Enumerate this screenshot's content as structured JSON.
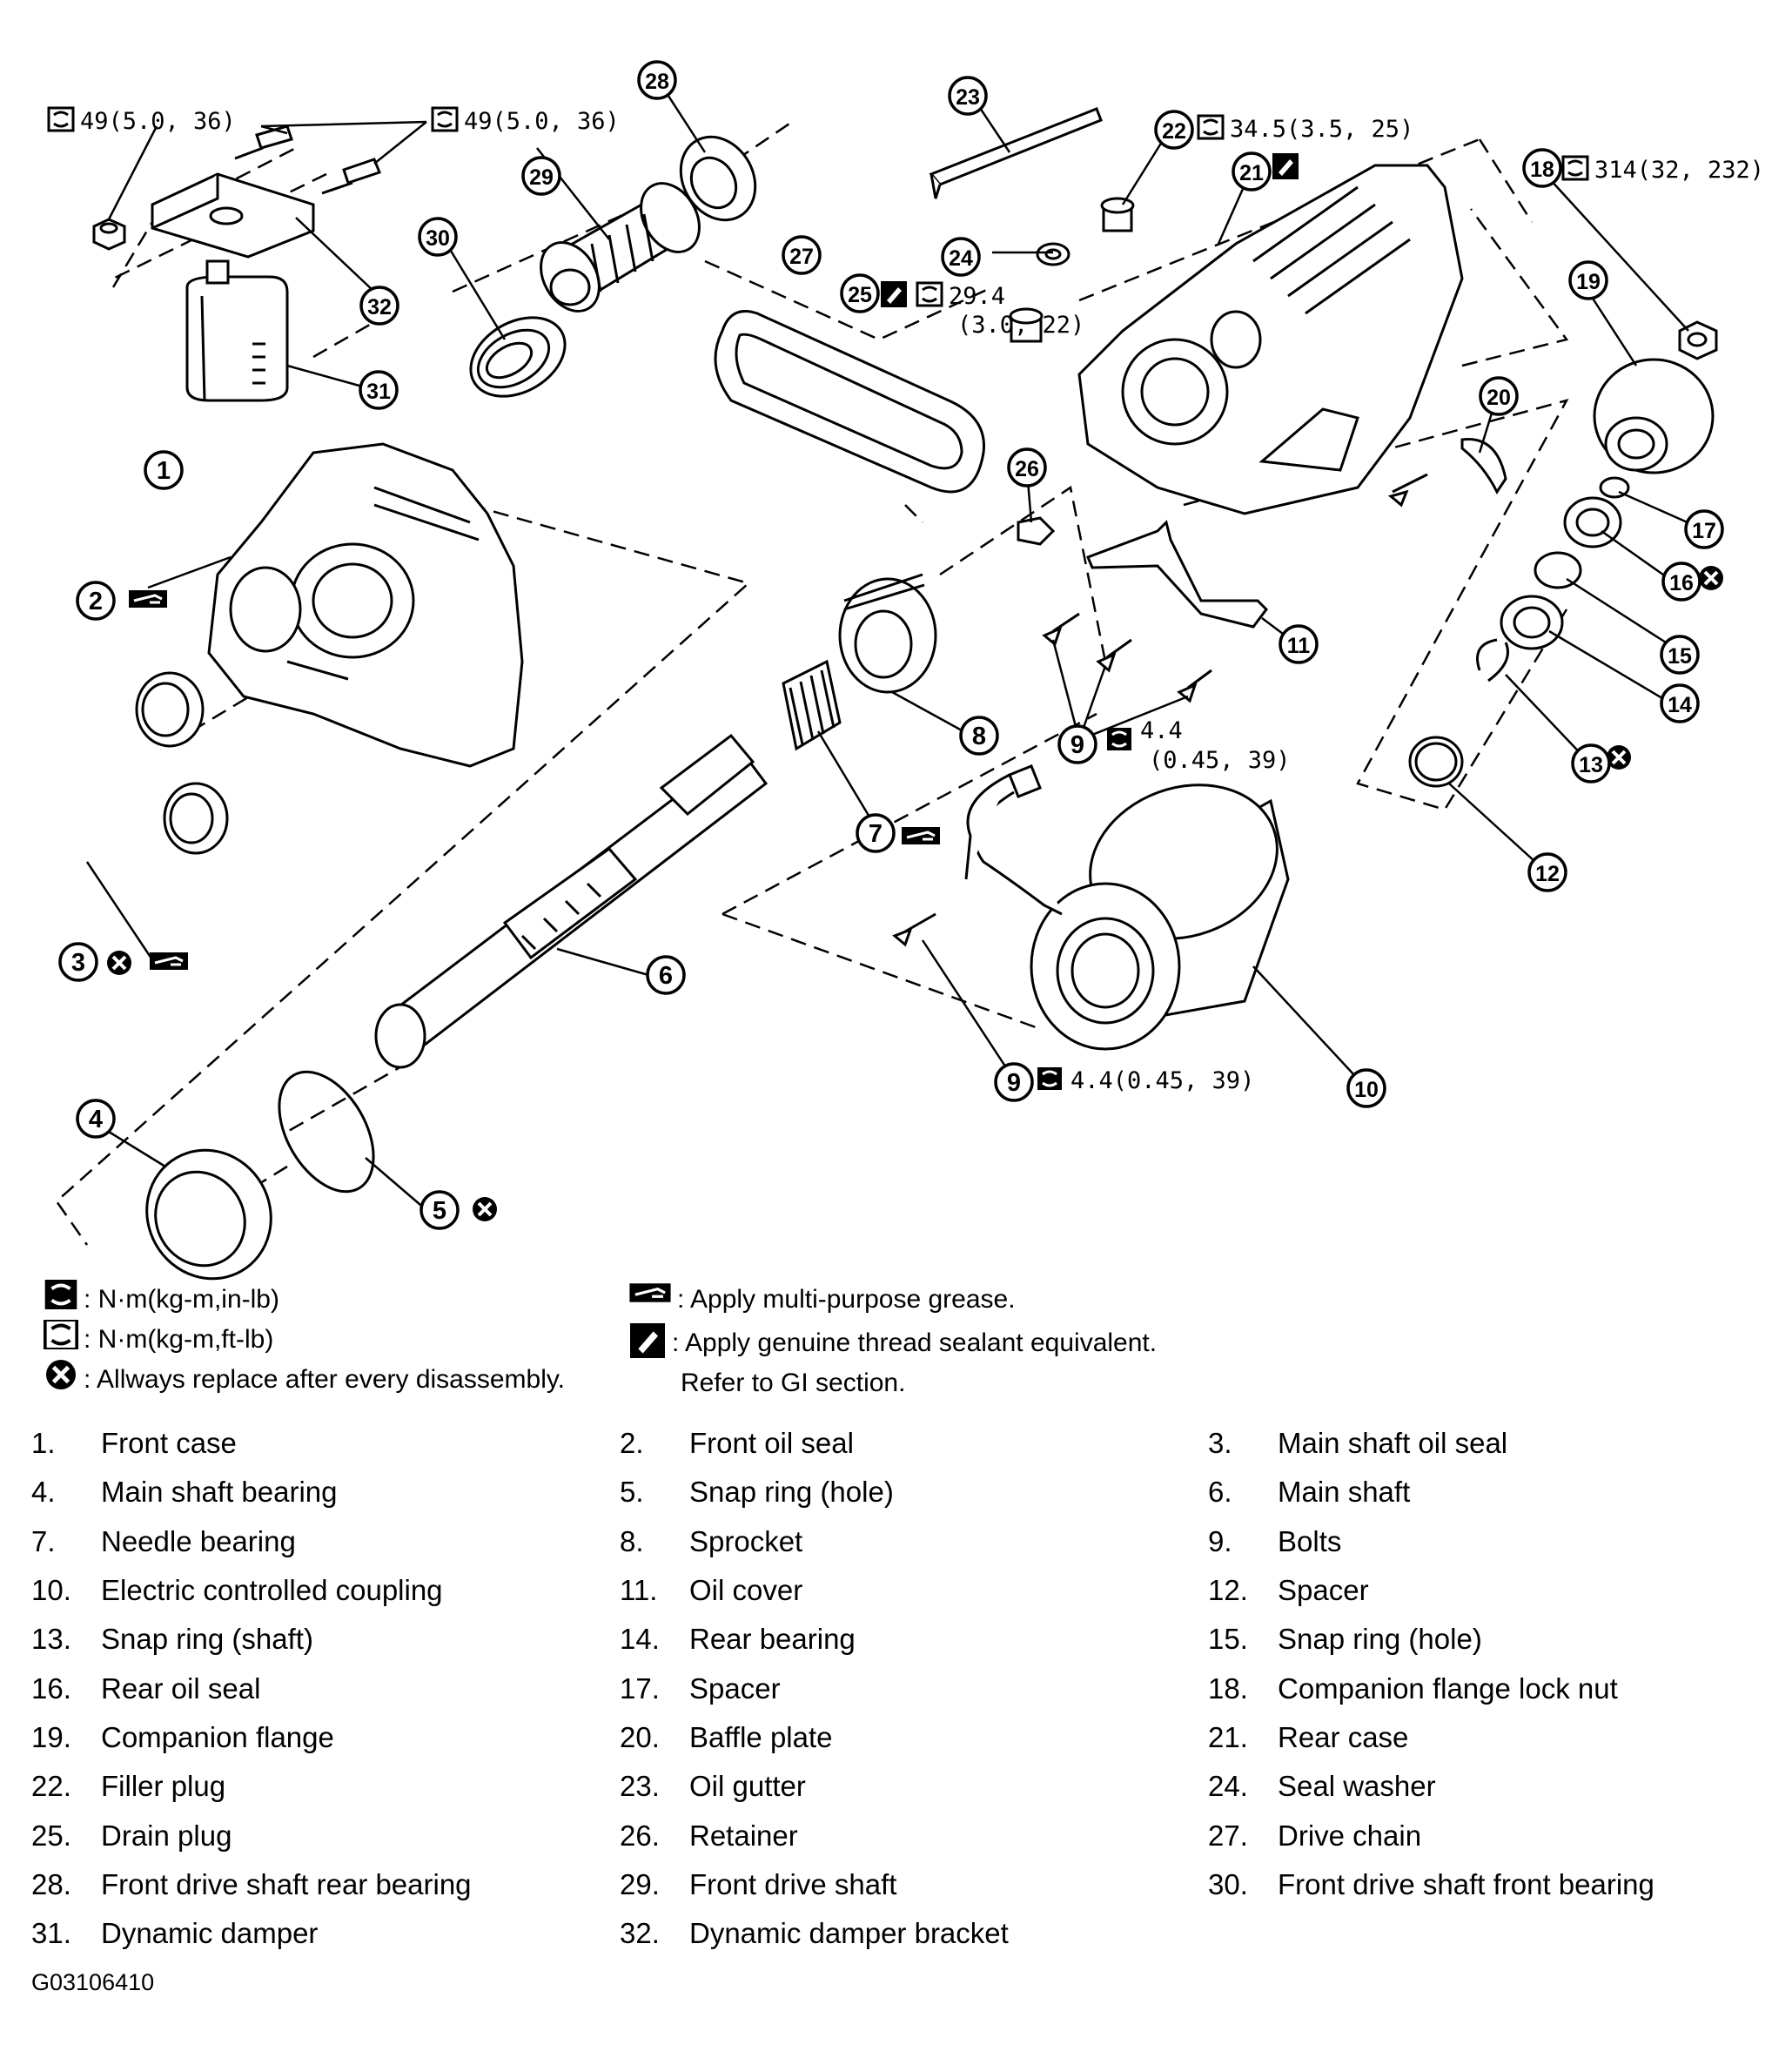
{
  "callouts": [
    {
      "num": "1"
    },
    {
      "num": "2"
    },
    {
      "num": "3"
    },
    {
      "num": "4"
    },
    {
      "num": "5"
    },
    {
      "num": "6"
    },
    {
      "num": "7"
    },
    {
      "num": "8"
    },
    {
      "num": "9"
    },
    {
      "num": "9"
    },
    {
      "num": "10"
    },
    {
      "num": "11"
    },
    {
      "num": "12"
    },
    {
      "num": "13"
    },
    {
      "num": "14"
    },
    {
      "num": "15"
    },
    {
      "num": "16"
    },
    {
      "num": "17"
    },
    {
      "num": "18"
    },
    {
      "num": "19"
    },
    {
      "num": "20"
    },
    {
      "num": "21"
    },
    {
      "num": "22"
    },
    {
      "num": "23"
    },
    {
      "num": "24"
    },
    {
      "num": "25"
    },
    {
      "num": "26"
    },
    {
      "num": "27"
    },
    {
      "num": "28"
    },
    {
      "num": "29"
    },
    {
      "num": "30"
    },
    {
      "num": "31"
    },
    {
      "num": "32"
    }
  ],
  "torque_labels": {
    "t32_left": "49(5.0, 36)",
    "t32_right": "49(5.0, 36)",
    "t22": "34.5(3.5, 25)",
    "t18": "314(32, 232)",
    "t25_a": "29.4",
    "t25_b": "(3.0, 22)",
    "t9_a": "4.4",
    "t9_b": "(0.45, 39)",
    "t9_bottom": "4.4(0.45, 39)"
  },
  "legend": {
    "nm_in_lb": ": N·m(kg-m,in-lb)",
    "nm_ft_lb": ": N·m(kg-m,ft-lb)",
    "replace": ": Allways replace after every disassembly.",
    "grease": ": Apply multi-purpose grease.",
    "sealant_1": ": Apply genuine thread sealant equivalent.",
    "sealant_2": "Refer to GI section."
  },
  "parts": [
    {
      "num": "1.",
      "name": "Front case"
    },
    {
      "num": "2.",
      "name": "Front oil seal"
    },
    {
      "num": "3.",
      "name": "Main shaft oil seal"
    },
    {
      "num": "4.",
      "name": "Main shaft bearing"
    },
    {
      "num": "5.",
      "name": "Snap ring (hole)"
    },
    {
      "num": "6.",
      "name": "Main shaft"
    },
    {
      "num": "7.",
      "name": "Needle bearing"
    },
    {
      "num": "8.",
      "name": "Sprocket"
    },
    {
      "num": "9.",
      "name": "Bolts"
    },
    {
      "num": "10.",
      "name": "Electric controlled coupling"
    },
    {
      "num": "11.",
      "name": "Oil cover"
    },
    {
      "num": "12.",
      "name": "Spacer"
    },
    {
      "num": "13.",
      "name": "Snap ring (shaft)"
    },
    {
      "num": "14.",
      "name": "Rear bearing"
    },
    {
      "num": "15.",
      "name": "Snap ring (hole)"
    },
    {
      "num": "16.",
      "name": "Rear oil seal"
    },
    {
      "num": "17.",
      "name": "Spacer"
    },
    {
      "num": "18.",
      "name": "Companion flange lock nut"
    },
    {
      "num": "19.",
      "name": "Companion flange"
    },
    {
      "num": "20.",
      "name": "Baffle plate"
    },
    {
      "num": "21.",
      "name": "Rear case"
    },
    {
      "num": "22.",
      "name": "Filler plug"
    },
    {
      "num": "23.",
      "name": "Oil gutter"
    },
    {
      "num": "24.",
      "name": "Seal washer"
    },
    {
      "num": "25.",
      "name": "Drain plug"
    },
    {
      "num": "26.",
      "name": "Retainer"
    },
    {
      "num": "27.",
      "name": "Drive chain"
    },
    {
      "num": "28.",
      "name": "Front drive shaft rear bearing"
    },
    {
      "num": "29.",
      "name": "Front drive shaft"
    },
    {
      "num": "30.",
      "name": "Front drive shaft front bearing"
    },
    {
      "num": "31.",
      "name": "Dynamic damper"
    },
    {
      "num": "32.",
      "name": "Dynamic damper bracket"
    }
  ],
  "figure_code": "G03106410"
}
